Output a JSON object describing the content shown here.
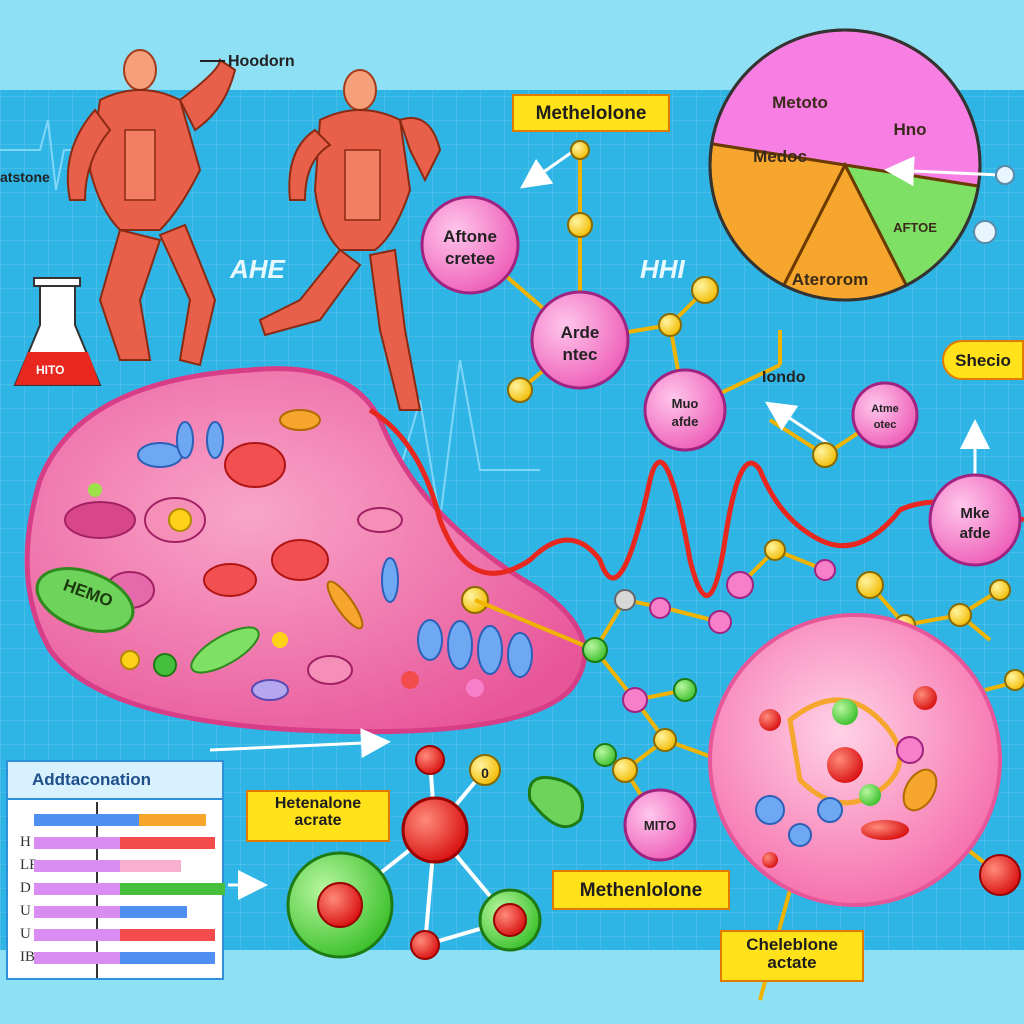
{
  "labels": {
    "hoodorn": "Hoodorn",
    "atstone": "atstone",
    "ahe": "AHE",
    "hhi": "HHI",
    "flask": "HITO",
    "methelolone": "Methelolone",
    "aftone_l1": "Aftone",
    "aftone_l2": "cretee",
    "arde_l1": "Arde",
    "arde_l2": "ntec",
    "mudo_l1": "Muo",
    "mudo_l2": "afde",
    "lodo": "Iondo",
    "aime_l1": "Atme",
    "aime_l2": "otec",
    "mke_l1": "Mke",
    "mke_l2": "afde",
    "shecio": "Shecio",
    "hemo": "HEMO",
    "hetenalone_l1": "Hetenalone",
    "hetenalone_l2": "acrate",
    "mito": "MITO",
    "methenlolone": "Methenlolone",
    "cheleblone_l1": "Cheleblone",
    "cheleblone_l2": "actate",
    "small_o": "0"
  },
  "pie": {
    "slices": [
      {
        "label": "Metoto",
        "label2": "Medoc",
        "fraction": 0.5,
        "color": "#f77ee3"
      },
      {
        "label": "Hno",
        "label2": "",
        "fraction": 0.15,
        "color": "#7fe066"
      },
      {
        "label": "AFTOE",
        "label2": "",
        "fraction": 0.15,
        "color": "#f6a62c"
      },
      {
        "label": "Aterorom",
        "label2": "",
        "fraction": 0.2,
        "color": "#f6a62c"
      }
    ]
  },
  "legend": {
    "title": "Addtaconation",
    "rows": [
      {
        "letter": "",
        "colors": [
          "#4f8ff2",
          "#f6a62c"
        ],
        "fractions": [
          0.55,
          0.35
        ]
      },
      {
        "letter": "H",
        "colors": [
          "#d98cf2",
          "#f24c4c"
        ],
        "fractions": [
          0.45,
          0.5
        ]
      },
      {
        "letter": "LR",
        "colors": [
          "#d98cf2",
          "#f7b0cf"
        ],
        "fractions": [
          0.45,
          0.32
        ]
      },
      {
        "letter": "D",
        "colors": [
          "#d98cf2",
          "#46c03c"
        ],
        "fractions": [
          0.45,
          0.55
        ]
      },
      {
        "letter": "U",
        "colors": [
          "#d98cf2",
          "#4f8ff2"
        ],
        "fractions": [
          0.45,
          0.35
        ]
      },
      {
        "letter": "U",
        "colors": [
          "#d98cf2",
          "#f24c4c"
        ],
        "fractions": [
          0.45,
          0.5
        ]
      },
      {
        "letter": "IB",
        "colors": [
          "#d98cf2",
          "#4f8ff2"
        ],
        "fractions": [
          0.45,
          0.5
        ]
      }
    ]
  },
  "colors": {
    "background": "#8ee0f5",
    "grid": "#54b8e8",
    "cell": "#f06aa6",
    "node_pink": "#f77ec9",
    "node_yellow": "#ffd21a",
    "waveform": "#e8281e",
    "label_box": "#ffe21a"
  }
}
